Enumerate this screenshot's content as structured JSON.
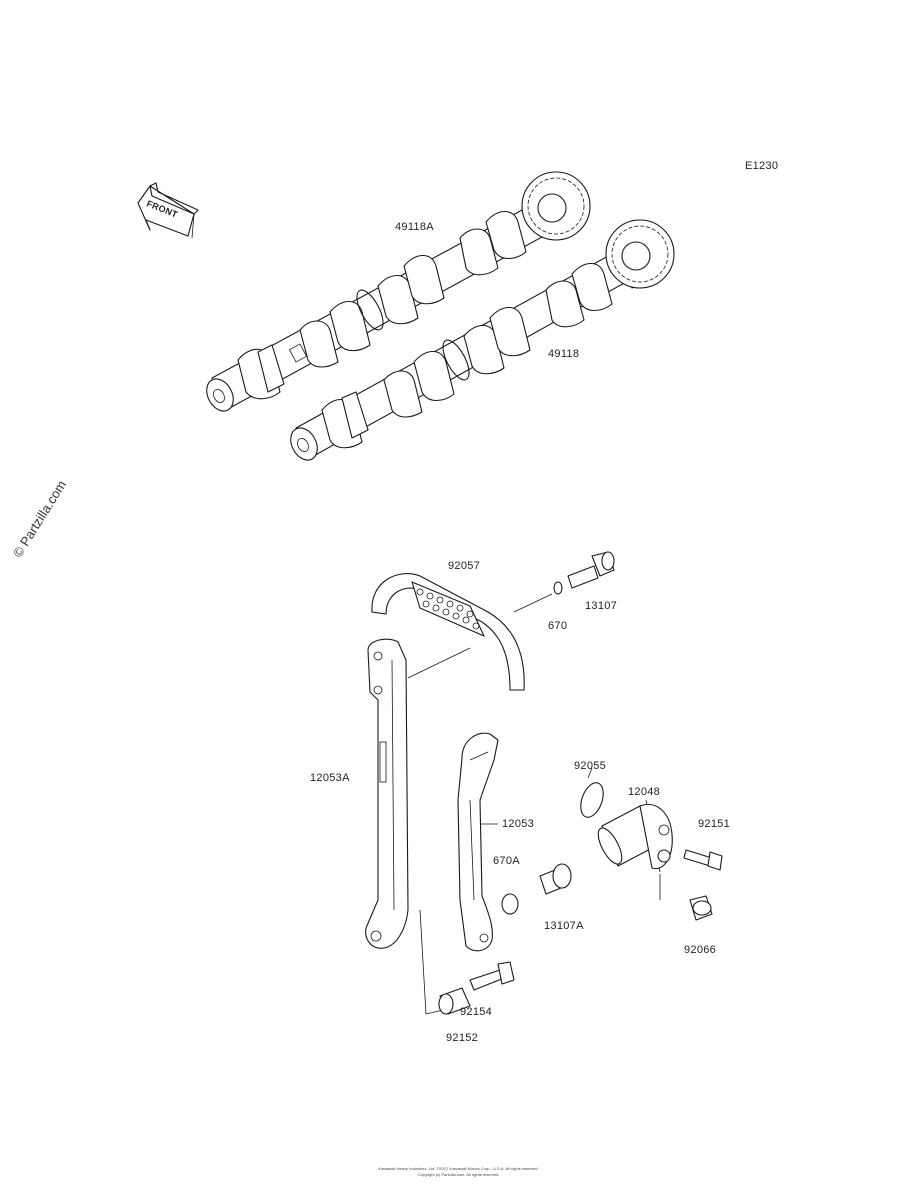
{
  "diagram_code": "E1230",
  "front_label": "FRONT",
  "watermark": "© Partzilla.com",
  "parts": {
    "p49118A": "49118A",
    "p49118": "49118",
    "p92057": "92057",
    "p13107": "13107",
    "p670": "670",
    "p12053A": "12053A",
    "p12053": "12053",
    "p670A": "670A",
    "p13107A": "13107A",
    "p92055": "92055",
    "p12048": "12048",
    "p92151": "92151",
    "p92066": "92066",
    "p92154": "92154",
    "p92152": "92152"
  },
  "footer": {
    "line1": "Kawasaki Heavy Industries, Ltd. ©2017 Kawasaki Motors Corp., U.S.A. All rights reserved.",
    "line2": "Copyright (c) Partzilla.com. All rights reserved."
  }
}
